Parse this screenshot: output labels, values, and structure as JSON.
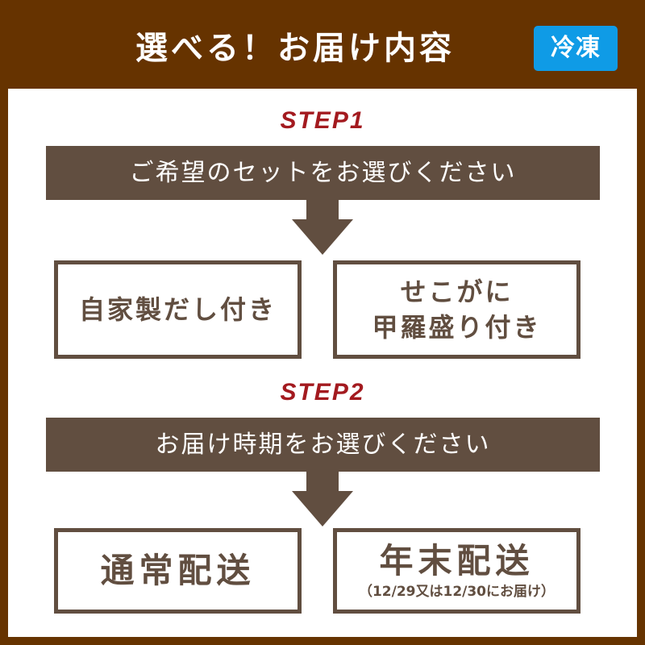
{
  "header": {
    "title": "選べる！お届け内容",
    "badge": "冷凍",
    "colors": {
      "frame": "#663300",
      "badge": "#0f9be6",
      "bar": "#614e40",
      "step": "#a31a1f"
    }
  },
  "steps": [
    {
      "label": "STEP1",
      "instruction": "ご希望のセットをお選びください",
      "options": [
        {
          "lines": [
            "自家製だし付き"
          ]
        },
        {
          "lines": [
            "せこがに",
            "甲羅盛り付き"
          ]
        }
      ]
    },
    {
      "label": "STEP2",
      "instruction": "お届け時期をお選びください",
      "options": [
        {
          "lines": [
            "通常配送"
          ]
        },
        {
          "lines": [
            "年末配送"
          ],
          "note": "（12/29又は12/30にお届け）"
        }
      ]
    }
  ]
}
